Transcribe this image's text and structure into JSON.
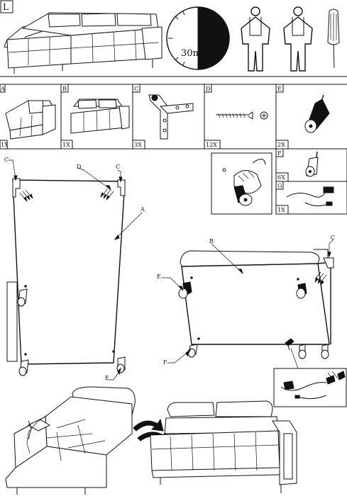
{
  "page": {
    "step_label": "L"
  },
  "header": {
    "time_text": "30min"
  },
  "parts": [
    {
      "letter": "A",
      "quantity": "1X",
      "icon": "sofa-chaise-module"
    },
    {
      "letter": "B",
      "quantity": "1X",
      "icon": "sofa-main-module"
    },
    {
      "letter": "C",
      "quantity": "3X",
      "icon": "connector-bracket"
    },
    {
      "letter": "D",
      "quantity": "12X",
      "icon": "wood-screw"
    },
    {
      "letter": "E",
      "quantity": "2X",
      "icon": "large-foot"
    },
    {
      "letter": "F",
      "quantity": "6X",
      "icon": "small-foot"
    },
    {
      "letter": "G",
      "quantity": "1X",
      "icon": "power-cable"
    }
  ],
  "callouts": {
    "left": {
      "a": "A",
      "c1": "C",
      "c2": "C",
      "d": "D",
      "f": "F"
    },
    "right": {
      "b": "B",
      "c": "C",
      "e": "E",
      "f": "F"
    }
  },
  "colors": {
    "ink": "#111111",
    "paper": "#ffffff"
  }
}
